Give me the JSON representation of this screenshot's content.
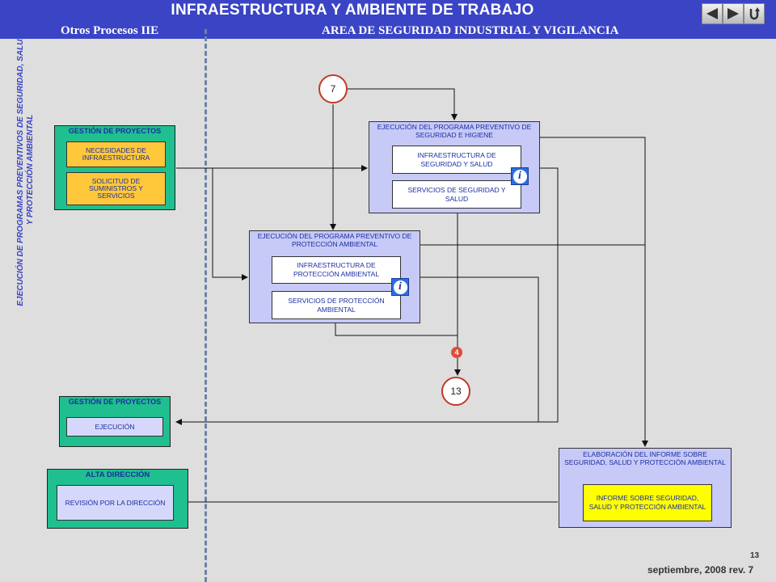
{
  "header": {
    "title": "INFRAESTRUCTURA Y AMBIENTE DE TRABAJO",
    "left_subtitle": "Otros Procesos IIE",
    "right_subtitle": "AREA DE SEGURIDAD INDUSTRIAL Y VIGILANCIA",
    "nav_icons": [
      "back-arrow-icon",
      "forward-arrow-icon",
      "return-icon"
    ]
  },
  "vertical_label": {
    "line1": "EJECUCIÓN DE PROGRAMAS PREVENTIVOS DE SEGURIDAD, SALUD",
    "line2": "Y PROTECCIÓN AMBIENTAL"
  },
  "gestion_proyectos_top": {
    "title": "GESTIÓN DE PROYECTOS",
    "items": [
      "NECESIDADES DE INFRAESTRUCTURA",
      "SOLICITUD DE SUMINISTROS Y SERVICIOS"
    ]
  },
  "programa_seguridad": {
    "title": "EJECUCIÓN DEL PROGRAMA PREVENTIVO DE SEGURIDAD E HIGIENE",
    "items": [
      "INFRAESTRUCTURA DE SEGURIDAD Y SALUD",
      "SERVICIOS DE SEGURIDAD Y SALUD"
    ]
  },
  "programa_ambiental": {
    "title": "EJECUCIÓN DEL PROGRAMA PREVENTIVO DE PROTECCIÓN AMBIENTAL",
    "items": [
      "INFRAESTRUCTURA DE PROTECCIÓN AMBIENTAL",
      "SERVICIOS DE PROTECCIÓN AMBIENTAL"
    ]
  },
  "connectors": {
    "top": "7",
    "bottom": "13",
    "badge": "4"
  },
  "gestion_proyectos_bottom": {
    "title": "GESTIÓN DE PROYECTOS",
    "item": "EJECUCIÓN"
  },
  "alta_direccion": {
    "title": "ALTA DIRECCIÓN",
    "item": "REVISIÓN POR LA DIRECCIÓN"
  },
  "informe": {
    "title": "ELABORACIÓN DEL INFORME SOBRE SEGURIDAD, SALUD Y PROTECCIÓN AMBIENTAL",
    "item": "INFORME SOBRE SEGURIDAD, SALUD Y PROTECCIÓN AMBIENTAL"
  },
  "page_number": "13",
  "footer": "septiembre, 2008  rev. 7",
  "colors": {
    "header": "#3a44c4",
    "green": "#1fbf8f",
    "orange": "#ffc83a",
    "lavender": "#c7c9f7",
    "yellow": "#ffff00"
  }
}
